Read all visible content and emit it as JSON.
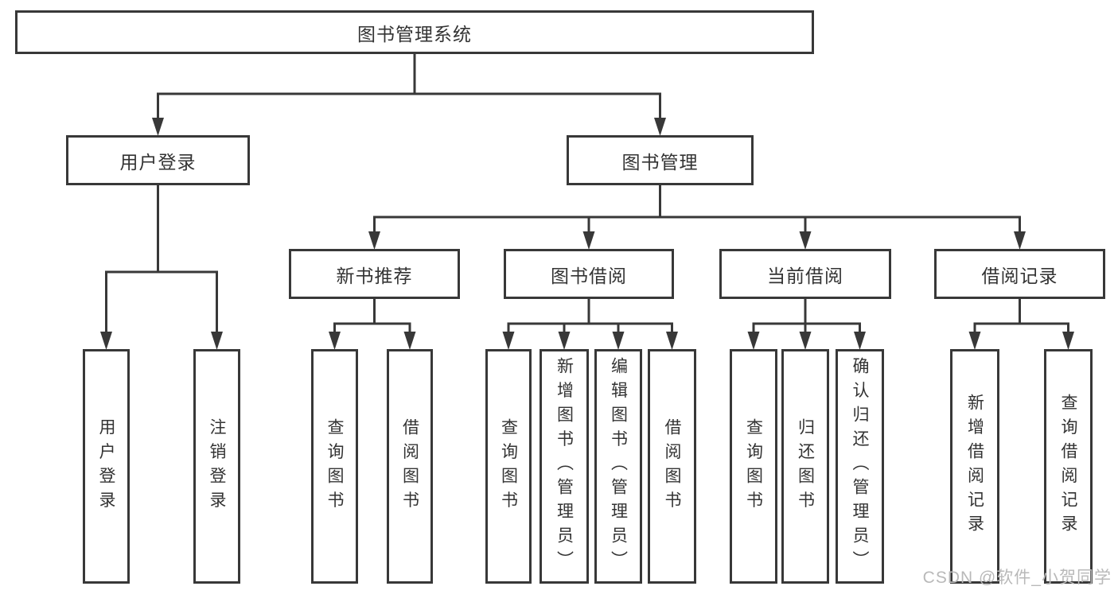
{
  "diagram": {
    "title": "图书管理系统",
    "nodes": [
      {
        "id": "root",
        "label": "图书管理系统"
      },
      {
        "id": "user-login",
        "label": "用户登录"
      },
      {
        "id": "book-mgmt",
        "label": "图书管理"
      },
      {
        "id": "login",
        "label": "用户登录"
      },
      {
        "id": "logout",
        "label": "注销登录"
      },
      {
        "id": "new-book-rec",
        "label": "新书推荐"
      },
      {
        "id": "book-borrow",
        "label": "图书借阅"
      },
      {
        "id": "current-borrow",
        "label": "当前借阅"
      },
      {
        "id": "borrow-records",
        "label": "借阅记录"
      },
      {
        "id": "rec-query-book",
        "label": "查询图书"
      },
      {
        "id": "rec-borrow-book",
        "label": "借阅图书"
      },
      {
        "id": "bb-query-book",
        "label": "查询图书"
      },
      {
        "id": "bb-add-book",
        "label": "新增图书（管理员）"
      },
      {
        "id": "bb-edit-book",
        "label": "编辑图书（管理员）"
      },
      {
        "id": "bb-borrow-book",
        "label": "借阅图书"
      },
      {
        "id": "cb-query-book",
        "label": "查询图书"
      },
      {
        "id": "cb-return-book",
        "label": "归还图书"
      },
      {
        "id": "cb-confirm-return",
        "label": "确认归还（管理员）"
      },
      {
        "id": "br-add-record",
        "label": "新增借阅记录"
      },
      {
        "id": "br-query-record",
        "label": "查询借阅记录"
      }
    ],
    "hierarchy": [
      {
        "parent": "root",
        "children": [
          "user-login",
          "book-mgmt"
        ]
      },
      {
        "parent": "user-login",
        "children": [
          "login",
          "logout"
        ]
      },
      {
        "parent": "book-mgmt",
        "children": [
          "new-book-rec",
          "book-borrow",
          "current-borrow",
          "borrow-records"
        ]
      },
      {
        "parent": "new-book-rec",
        "children": [
          "rec-query-book",
          "rec-borrow-book"
        ]
      },
      {
        "parent": "book-borrow",
        "children": [
          "bb-query-book",
          "bb-add-book",
          "bb-edit-book",
          "bb-borrow-book"
        ]
      },
      {
        "parent": "current-borrow",
        "children": [
          "cb-query-book",
          "cb-return-book",
          "cb-confirm-return"
        ]
      },
      {
        "parent": "borrow-records",
        "children": [
          "br-add-record",
          "br-query-record"
        ]
      }
    ]
  },
  "watermark": {
    "text": "CSDN @软件_小贺同学"
  },
  "colors": {
    "line": "#383838",
    "text": "#333333",
    "watermark": "#b9b9b9",
    "background": "#ffffff"
  }
}
